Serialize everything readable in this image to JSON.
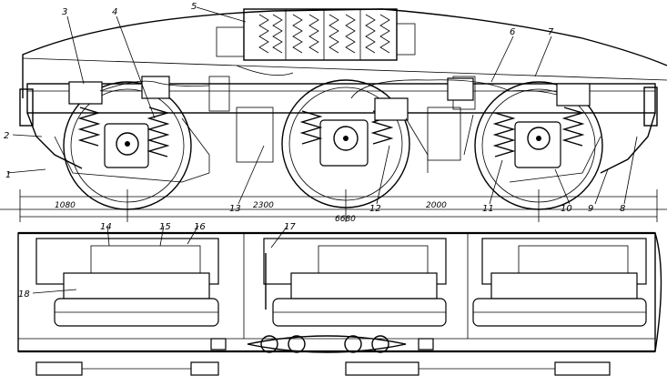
{
  "callouts": [
    {
      "id": "c1",
      "text": "1"
    },
    {
      "id": "c2",
      "text": "2"
    },
    {
      "id": "c3",
      "text": "3"
    },
    {
      "id": "c4",
      "text": "4"
    },
    {
      "id": "c5",
      "text": "5"
    },
    {
      "id": "c6",
      "text": "6"
    },
    {
      "id": "c7",
      "text": "7"
    },
    {
      "id": "c8",
      "text": "8"
    },
    {
      "id": "c9",
      "text": "9"
    },
    {
      "id": "c10",
      "text": "10"
    },
    {
      "id": "c11",
      "text": "11"
    },
    {
      "id": "c12",
      "text": "12"
    },
    {
      "id": "c13",
      "text": "13"
    },
    {
      "id": "c14",
      "text": "14"
    },
    {
      "id": "c15",
      "text": "15"
    },
    {
      "id": "c16",
      "text": "16"
    },
    {
      "id": "c17",
      "text": "17"
    },
    {
      "id": "c18",
      "text": "18"
    }
  ],
  "dimensions": {
    "d1080": "1080",
    "d2300": "2300",
    "d2000": "2000",
    "d6680": "6680"
  },
  "colors": {
    "ink": "#000000",
    "paper": "#ffffff"
  }
}
